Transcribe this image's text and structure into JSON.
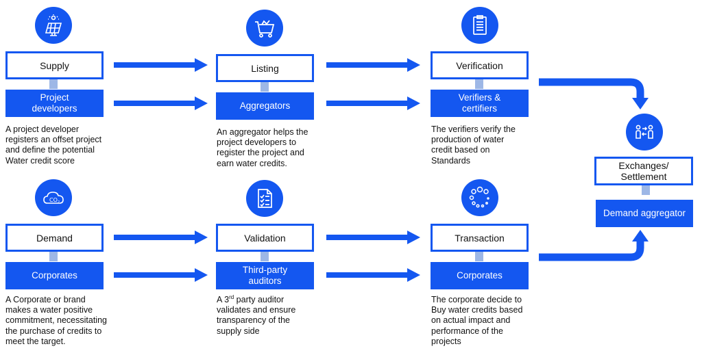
{
  "colors": {
    "primary": "#1457f0",
    "connector": "#9db7e6"
  },
  "supply_row": {
    "supply": {
      "icon": "solar-panel-icon",
      "stage": "Supply",
      "actor": "Project developers",
      "description": "A project developer\nregisters an offset project\nand define the potential\nWater credit score"
    },
    "listing": {
      "icon": "shopping-cart-icon",
      "stage": "Listing",
      "actor": "Aggregators",
      "description": "An aggregator helps the\nproject developers to\nregister the project and\nearn water credits."
    },
    "verification": {
      "icon": "clipboard-checklist-icon",
      "stage": "Verification",
      "actor": "Verifiers & certifiers",
      "description": "The verifiers verify the\nproduction of water\ncredit based on\nStandards"
    }
  },
  "demand_row": {
    "demand": {
      "icon": "co2-cloud-icon",
      "stage": "Demand",
      "actor": "Corporates",
      "description": "A Corporate or brand\nmakes a water positive\ncommitment, necessitating\nthe purchase of credits to\nmeet the target."
    },
    "validation": {
      "icon": "checklist-document-icon",
      "stage": "Validation",
      "actor": "Third-party auditors",
      "description_a": "A 3",
      "description_sup": "rd",
      "description_b": " party auditor\nvalidates and ensure\ntransparency of the\nsupply side"
    },
    "transaction": {
      "icon": "loading-circles-icon",
      "stage": "Transaction",
      "actor": "Corporates",
      "description": "The corporate decide to\nBuy water credits based\non  actual impact and\nperformance of the\nprojects"
    }
  },
  "exchange": {
    "icon": "exchange-people-icon",
    "stage": "Exchanges/ Settlement",
    "actor": "Demand aggregator"
  }
}
